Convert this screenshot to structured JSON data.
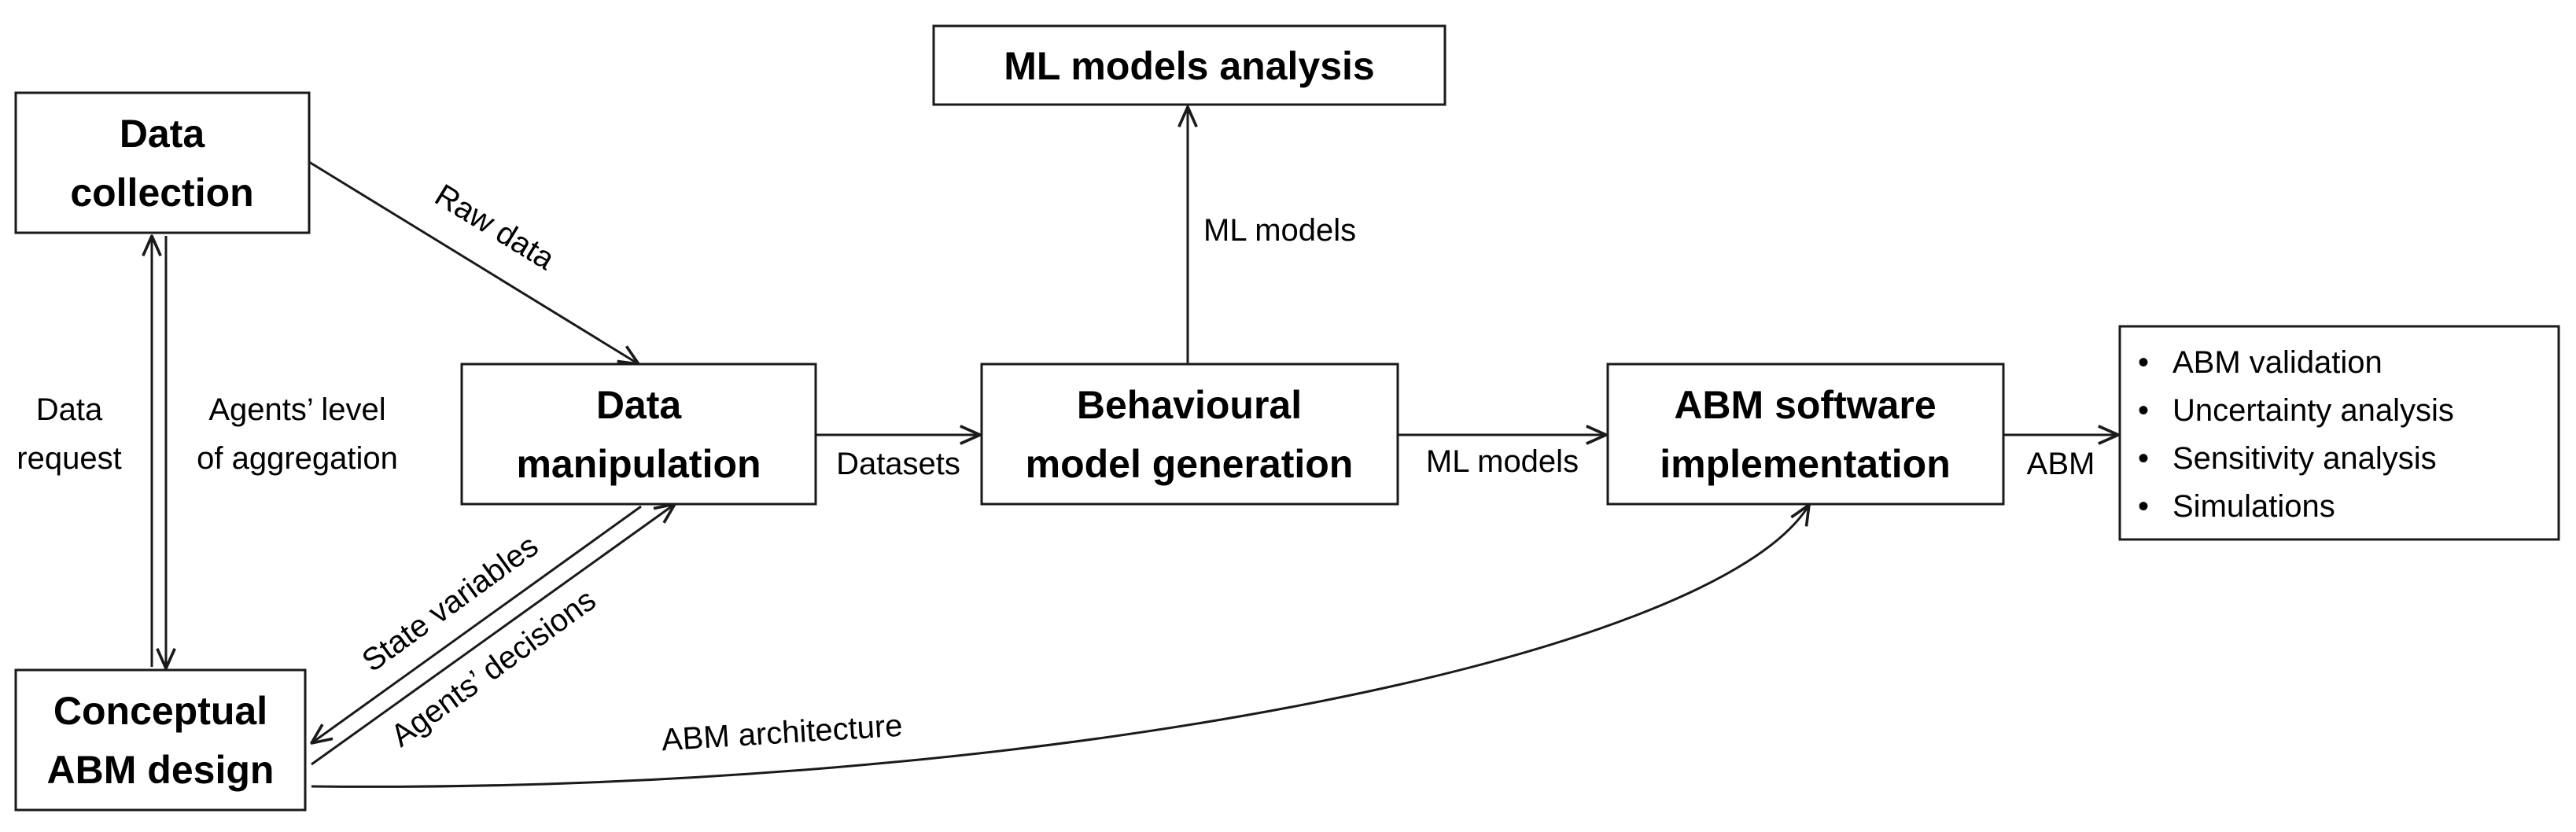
{
  "nodes": {
    "data_collection": [
      "Data",
      "collection"
    ],
    "data_manipulation": [
      "Data",
      "manipulation"
    ],
    "conceptual_abm_design": [
      "Conceptual",
      "ABM design"
    ],
    "behavioural_model_generation": [
      "Behavioural",
      "model generation"
    ],
    "ml_models_analysis": [
      "ML models analysis"
    ],
    "abm_software_implementation": [
      "ABM software",
      "implementation"
    ],
    "outputs": [
      "ABM validation",
      "Uncertainty analysis",
      "Sensitivity analysis",
      "Simulations"
    ]
  },
  "edges": {
    "raw_data": "Raw data",
    "data_request": [
      "Data",
      "request"
    ],
    "agents_level": [
      "Agents’ level",
      "of aggregation"
    ],
    "state_variables": "State variables",
    "agents_decisions": "Agents’ decisions",
    "datasets": "Datasets",
    "ml_models_up": "ML models",
    "ml_models_right": "ML models",
    "abm_architecture": "ABM architecture",
    "abm": "ABM"
  }
}
